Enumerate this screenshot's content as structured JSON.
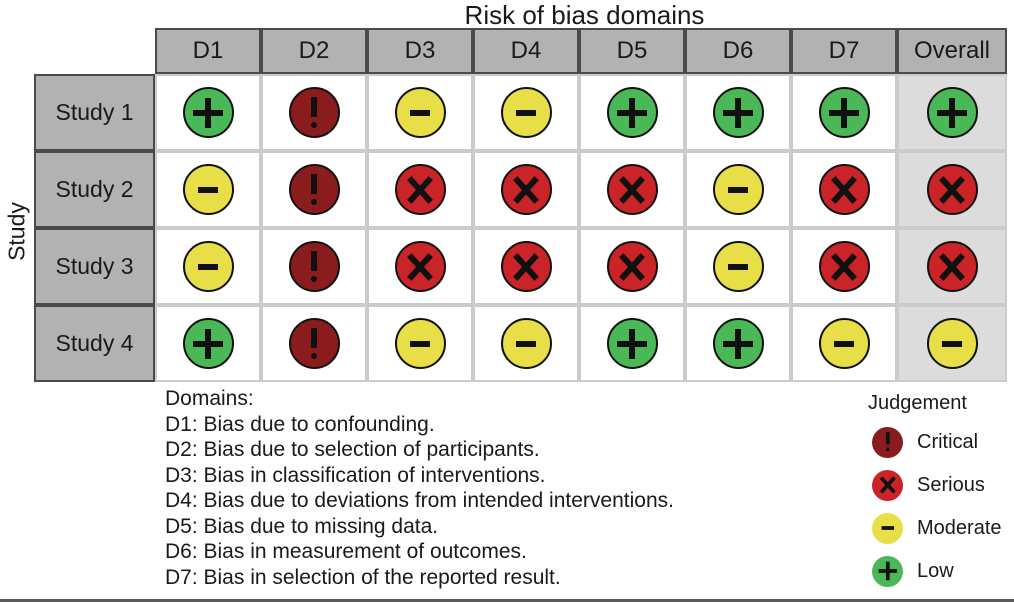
{
  "chart_data": {
    "type": "heatmap",
    "title": "Risk of bias domains",
    "y_axis_label": "Study",
    "columns": [
      "D1",
      "D2",
      "D3",
      "D4",
      "D5",
      "D6",
      "D7",
      "Overall"
    ],
    "rows": [
      {
        "label": "Study 1",
        "judgements": [
          "low",
          "critical",
          "moderate",
          "moderate",
          "low",
          "low",
          "low",
          "low"
        ]
      },
      {
        "label": "Study 2",
        "judgements": [
          "moderate",
          "critical",
          "serious",
          "serious",
          "serious",
          "moderate",
          "serious",
          "serious"
        ]
      },
      {
        "label": "Study 3",
        "judgements": [
          "moderate",
          "critical",
          "serious",
          "serious",
          "serious",
          "moderate",
          "serious",
          "serious"
        ]
      },
      {
        "label": "Study 4",
        "judgements": [
          "low",
          "critical",
          "moderate",
          "moderate",
          "low",
          "low",
          "moderate",
          "moderate"
        ]
      }
    ],
    "value_scale": [
      "critical",
      "serious",
      "moderate",
      "low"
    ],
    "legend_position": "bottom-right",
    "grid": true
  },
  "judgement_styles": {
    "critical": {
      "symbol": "!",
      "color": "#8a1c1e",
      "label": "Critical"
    },
    "serious": {
      "symbol": "X",
      "color": "#ca2428",
      "label": "Serious"
    },
    "moderate": {
      "symbol": "-",
      "color": "#e7de48",
      "label": "Moderate"
    },
    "low": {
      "symbol": "+",
      "color": "#4bb857",
      "label": "Low"
    }
  },
  "domains_note": {
    "heading": "Domains:",
    "lines": [
      "D1: Bias due to confounding.",
      "D2: Bias due to selection of participants.",
      "D3: Bias in classification of interventions.",
      "D4: Bias due to deviations from intended interventions.",
      "D5: Bias due to missing data.",
      "D6: Bias in measurement of outcomes.",
      "D7: Bias in selection of the reported result."
    ]
  },
  "legend": {
    "title": "Judgement",
    "items": [
      {
        "key": "critical",
        "label": "Critical"
      },
      {
        "key": "serious",
        "label": "Serious"
      },
      {
        "key": "moderate",
        "label": "Moderate"
      },
      {
        "key": "low",
        "label": "Low"
      }
    ]
  },
  "colors": {
    "header_bg": "#b2b2b2",
    "overall_col_bg": "#dcdcdc",
    "body_border": "#cbcbcb",
    "header_border": "#4a4a4a",
    "symbol": "#101010",
    "text": "#1a1a1a"
  }
}
